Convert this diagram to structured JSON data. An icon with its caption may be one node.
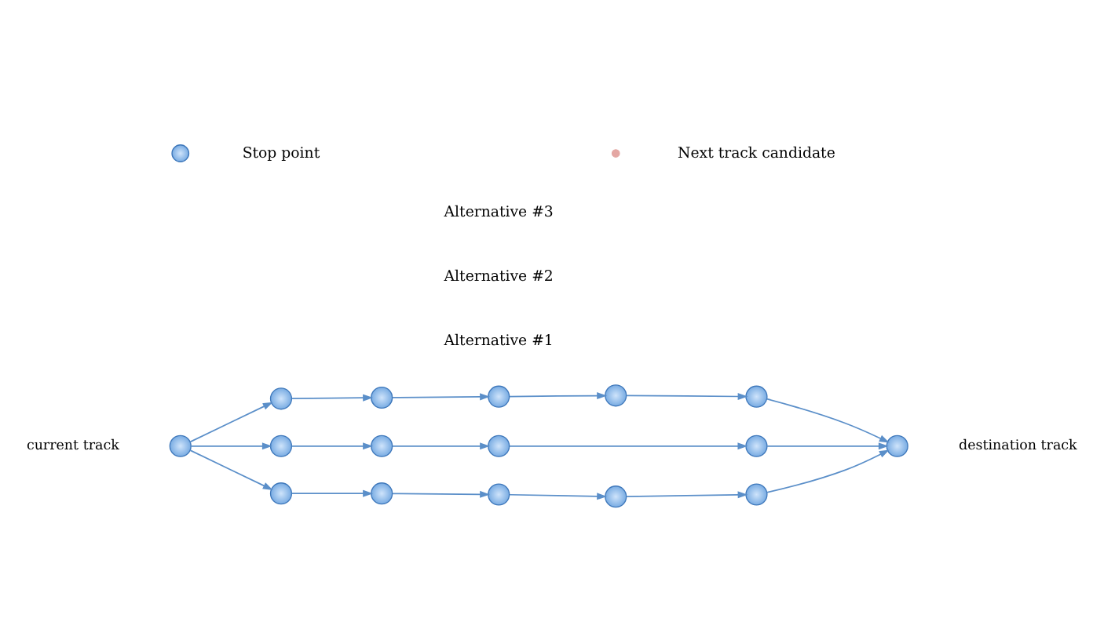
{
  "diagram": {
    "nodes": [
      {
        "text": [],
        "shape": "circle",
        "beside": [
          "current track"
        ]
      },
      {
        "text": [],
        "shape": "circle"
      },
      {
        "text": [],
        "shape": "circle"
      },
      {
        "text": [],
        "shape": "circle"
      },
      {
        "text": [],
        "shape": "circle"
      },
      {
        "text": [],
        "shape": "circle"
      },
      {
        "text": [],
        "shape": "circle"
      },
      {
        "text": [],
        "shape": "circle"
      },
      {
        "text": [],
        "shape": "circle"
      },
      {
        "text": [],
        "shape": "circle"
      },
      {
        "text": [],
        "shape": "circle"
      },
      {
        "text": [],
        "shape": "circle"
      },
      {
        "text": [],
        "shape": "circle"
      },
      {
        "text": [],
        "shape": "circle"
      },
      {
        "text": [],
        "shape": "circle"
      },
      {
        "text": [],
        "shape": "circle",
        "beside": [
          "destination track"
        ]
      }
    ],
    "edges": [
      {
        "from": 0,
        "to": 1,
        "arrow": "to"
      },
      {
        "from": 1,
        "to": 2,
        "arrow": "to"
      },
      {
        "from": 2,
        "to": 3,
        "arrow": "to"
      },
      {
        "from": 3,
        "to": 4,
        "arrow": "to"
      },
      {
        "from": 4,
        "to": 5,
        "arrow": "to"
      },
      {
        "from": 5,
        "to": 15,
        "arrow": "to"
      },
      {
        "from": 0,
        "to": 6,
        "arrow": "to"
      },
      {
        "from": 6,
        "to": 7,
        "arrow": "to"
      },
      {
        "from": 7,
        "to": 8,
        "arrow": "to"
      },
      {
        "from": 8,
        "to": 9,
        "arrow": "to"
      },
      {
        "from": 9,
        "to": 15,
        "arrow": "to"
      },
      {
        "from": 0,
        "to": 10,
        "arrow": "to"
      },
      {
        "from": 10,
        "to": 11,
        "arrow": "to"
      },
      {
        "from": 11,
        "to": 12,
        "arrow": "to"
      },
      {
        "from": 12,
        "to": 13,
        "arrow": "to"
      },
      {
        "from": 13,
        "to": 14,
        "arrow": "to"
      },
      {
        "from": 14,
        "to": 15,
        "arrow": "to"
      }
    ],
    "labels": [
      "Alternative #1",
      "Alternative #2",
      "Alternative #3"
    ],
    "legend": [
      {
        "text": "Stop point"
      },
      {
        "text": "Next track candidate"
      }
    ]
  }
}
